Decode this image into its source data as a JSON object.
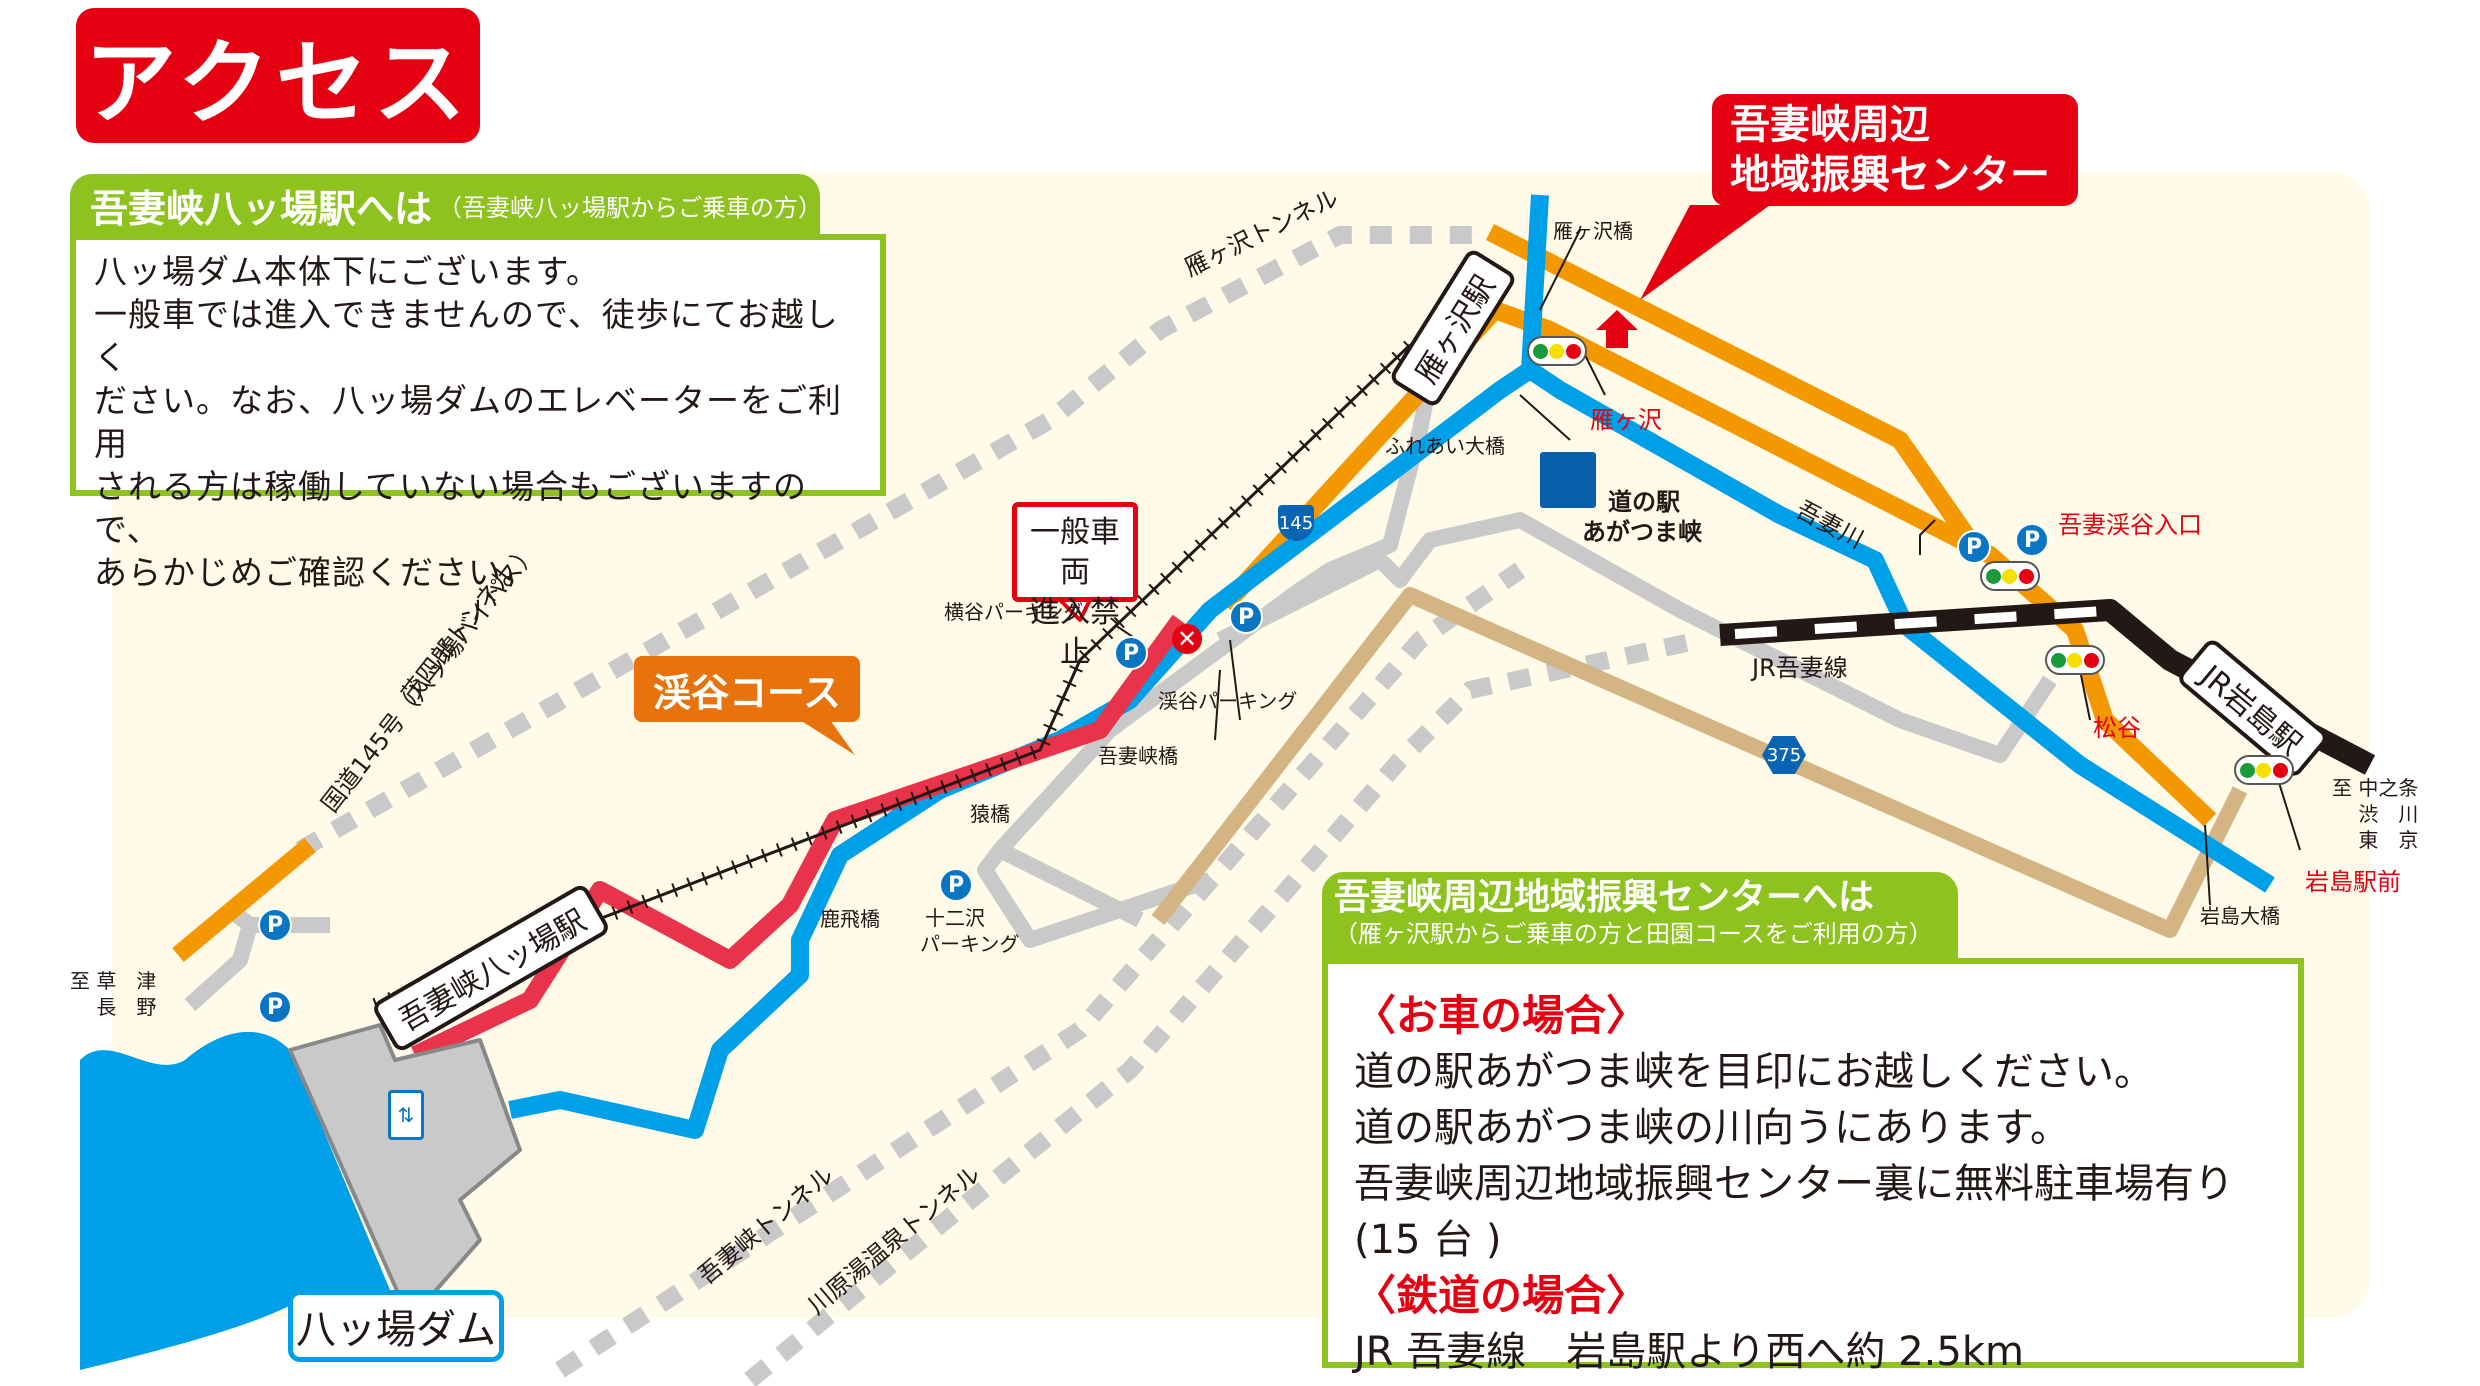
{
  "title": "アクセス",
  "colors": {
    "title_bg": "#e50012",
    "green": "#8dc21f",
    "map_bg": "#fffbe8",
    "national_road": "#f39800",
    "river": "#00a0e9",
    "local_road": "#c9c9c9",
    "keikoku_course": "#e8334a",
    "prefectural_road": "#d4b483",
    "rail": "#231815",
    "accent_red": "#e50012"
  },
  "yamba_station_box": {
    "heading": "吾妻峡八ッ場駅へは",
    "subheading": "（吾妻峡八ッ場駅からご乗車の方）",
    "lines": [
      "八ッ場ダム本体下にございます。",
      "一般車では進入できませんので、徒歩にてお越しく",
      "ださい。なお、八ッ場ダムのエレベーターをご利用",
      "される方は稼働していない場合もございますので、",
      "あらかじめご確認ください。"
    ]
  },
  "center_box": {
    "heading": "吾妻峡周辺地域振興センターへは",
    "subheading": "（雁ヶ沢駅からご乗車の方と田園コースをご利用の方）",
    "car_heading": "〈お車の場合〉",
    "car_lines": [
      "道の駅あがつま峡を目印にお越しください。",
      "道の駅あがつま峡の川向うにあります。",
      "吾妻峡周辺地域振興センター裏に無料駐車場有り",
      "(15 台 )"
    ],
    "rail_heading": "〈鉄道の場合〉",
    "rail_lines": [
      "JR 吾妻線　岩島駅より西へ約 2.5km"
    ]
  },
  "callouts": {
    "center_line1": "吾妻峡周辺",
    "center_line2": "地域振興センター",
    "keikoku_course": "渓谷コース",
    "no_entry_line1": "一般車両",
    "no_entry_line2": "進入禁止"
  },
  "stations": {
    "yamba": "吾妻峡八ッ場駅",
    "gangasawa": "雁ヶ沢駅",
    "iwashima": "JR岩島駅"
  },
  "dam_label": "八ッ場ダム",
  "michi_no_eki": {
    "line1": "道の駅",
    "line2": "あがつま峡"
  },
  "labels": {
    "gangasawa_tunnel": "雁ヶ沢トンネル",
    "national_route_145": "国道145号（八ッ場バイパス）",
    "moshiro_tunnel": "茂四郎トンネル",
    "agatsumakyo_tunnel": "吾妻峡トンネル",
    "kawarayu_tunnel": "川原湯温泉トンネル",
    "gangasawa_bridge": "雁ヶ沢橋",
    "fureai_bridge": "ふれあい大橋",
    "agatsuma_river": "吾妻川",
    "jr_agatsuma_line": "JR吾妻線",
    "yokoya_parking": "横谷パーキング",
    "keikoku_parking": "渓谷パーキング",
    "agatsumakyo_bridge": "吾妻峡橋",
    "saru_bridge": "猿橋",
    "shika_bridge": "鹿飛橋",
    "juniso_parking_1": "十二沢",
    "juniso_parking_2": "パーキング",
    "iwashima_bridge": "岩島大橋"
  },
  "intersections": {
    "gangasawa": "雁ヶ沢",
    "agatsuma_keikoku_entrance": "吾妻渓谷入口",
    "matsuya": "松谷",
    "iwashima_ekimae": "岩島駅前"
  },
  "route_numbers": {
    "national": "145",
    "prefectural": "375"
  },
  "destinations": {
    "west": "至 草　津\n　 長　野",
    "east": "至 中之条\n　 渋　川\n　 東　京"
  },
  "parking_symbol": "P"
}
